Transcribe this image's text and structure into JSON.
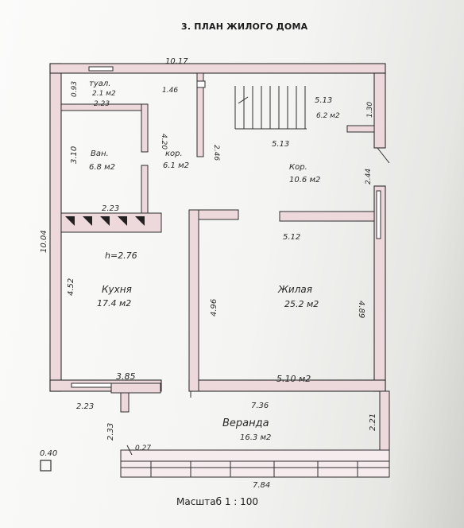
{
  "title": "3.   ПЛАН ЖИЛОГО ДОМА",
  "scale": "Масштаб 1 : 100",
  "colors": {
    "wall_fill": "#edd9dc",
    "line": "#2d2d2d"
  },
  "rooms": {
    "toilet_name": "туал.",
    "toilet_area": "2.1 м2",
    "bath_name": "Ван.",
    "bath_area": "6.8 м2",
    "corridor_small_name": "кор.",
    "corridor_small_area": "6.1 м2",
    "corridor_name": "Кор.",
    "corridor_area": "10.6 м2",
    "stair_area": "6.2 м2",
    "kitchen_name": "Кухня",
    "kitchen_area": "17.4 м2",
    "ceiling_height": "h=2.76",
    "living_name": "Жилая",
    "living_area": "25.2 м2",
    "veranda_name": "Веранда",
    "veranda_area": "16.3 м2"
  },
  "dims": {
    "d_10_17": "10.17",
    "d_0_93": "0.93",
    "d_2_23_top": "2.23",
    "d_1_46": "1.46",
    "d_5_13_top": "5.13",
    "d_1_30": "1.30",
    "d_4_20": "4.20",
    "d_3_10": "3.10",
    "d_2_46": "2.46",
    "d_5_13_mid": "5.13",
    "d_2_44": "2.44",
    "d_2_23_mid": "2.23",
    "d_10_04": "10.04",
    "d_5_12": "5.12",
    "d_4_52": "4.52",
    "d_4_96": "4.96",
    "d_4_89": "4.89",
    "d_3_85": "3.85",
    "d_5_10": "5.10 м2",
    "d_7_36": "7.36",
    "d_2_23_bot": "2.23",
    "d_2_21": "2.21",
    "d_2_33": "2.33",
    "d_0_27": "0.27",
    "d_0_40": "0.40",
    "d_7_84": "7.84"
  }
}
